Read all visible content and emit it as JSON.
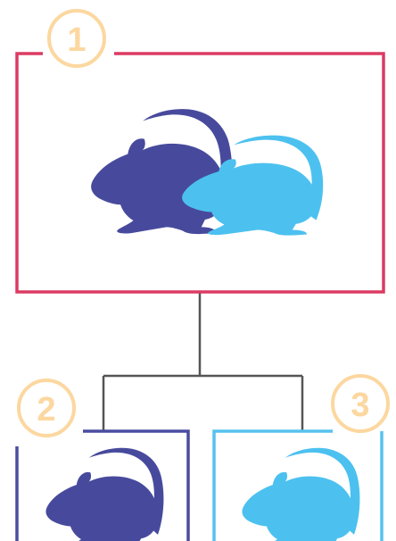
{
  "colors": {
    "parent_frame": "#dc3a63",
    "child_dark_frame": "#4a4d9f",
    "child_light_frame": "#56c2ee",
    "connector": "#555555",
    "badge": "#fcd79f",
    "rat_dark": "#474a9c",
    "rat_light": "#4cc1ef"
  },
  "badges": {
    "one": "1",
    "two": "2",
    "three": "3"
  },
  "icons": {
    "parent": [
      "rat-icon-dark",
      "rat-icon-light"
    ],
    "child_left": "rat-icon-dark",
    "child_right": "rat-icon-light"
  }
}
